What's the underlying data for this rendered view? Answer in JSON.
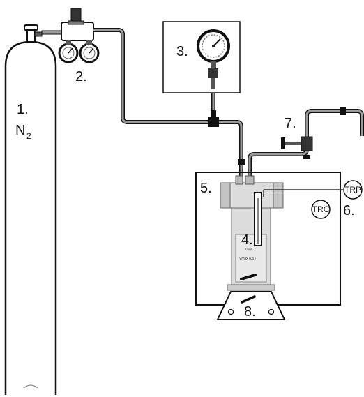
{
  "labels": {
    "cylinder_number": "1.",
    "cylinder_gas": "N",
    "cylinder_gas_sub": "2",
    "regulator": "2.",
    "pressure_gauge": "3.",
    "vessel": "4.",
    "enclosure": "5.",
    "sensor": "6.",
    "valve": "7.",
    "stand": "8."
  },
  "sensor_tags": {
    "trc": "TRC",
    "trp": "TRP"
  },
  "vessel_marks": {
    "volume_text": "Vmax 0.5 l",
    "level_text": "max"
  },
  "colors": {
    "line": "#111111",
    "pipe_fill": "#9a9a9a",
    "vessel_fill": "#dcdcdc",
    "cylinder_fill": "#ffffff"
  }
}
